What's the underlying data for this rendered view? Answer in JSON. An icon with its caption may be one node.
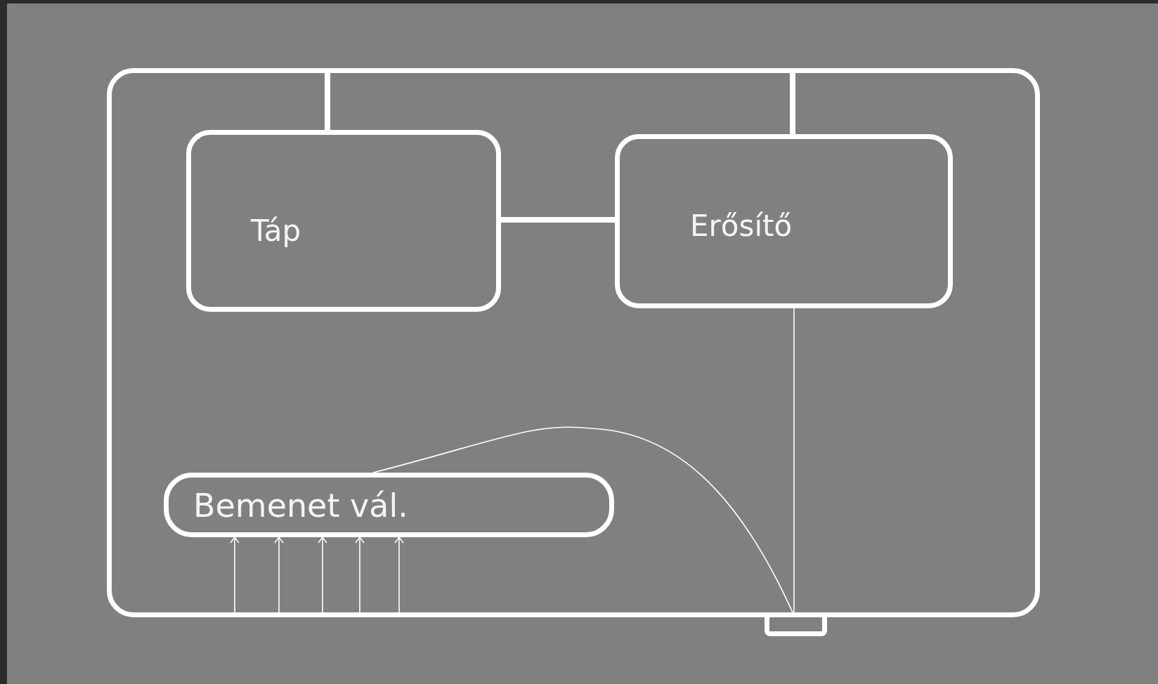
{
  "diagram": {
    "nodes": [
      {
        "text": [],
        "shape": "box"
      },
      {
        "text": [
          "Táp"
        ],
        "in": 0
      },
      {
        "text": [
          "Erősítő"
        ],
        "in": 0
      },
      {
        "text": [
          "Bemenet vál."
        ],
        "in": 0
      },
      {
        "text": [],
        "shape": "bar"
      }
    ],
    "edges": [
      {
        "from": 0,
        "to": 1,
        "arrow": "none",
        "style": "thick"
      },
      {
        "from": 0,
        "to": 2,
        "arrow": "none",
        "style": "thick"
      },
      {
        "from": 1,
        "to": 2,
        "arrow": "none",
        "style": "thick"
      },
      {
        "from": 2,
        "to": 4,
        "arrow": "none"
      },
      {
        "from": 3,
        "to": 4,
        "arrow": "none"
      },
      {
        "from": 0,
        "to": 3,
        "arrow": "to"
      },
      {
        "from": 0,
        "to": 3,
        "arrow": "to"
      },
      {
        "from": 0,
        "to": 3,
        "arrow": "to"
      },
      {
        "from": 0,
        "to": 3,
        "arrow": "to"
      },
      {
        "from": 0,
        "to": 3,
        "arrow": "to"
      }
    ]
  }
}
